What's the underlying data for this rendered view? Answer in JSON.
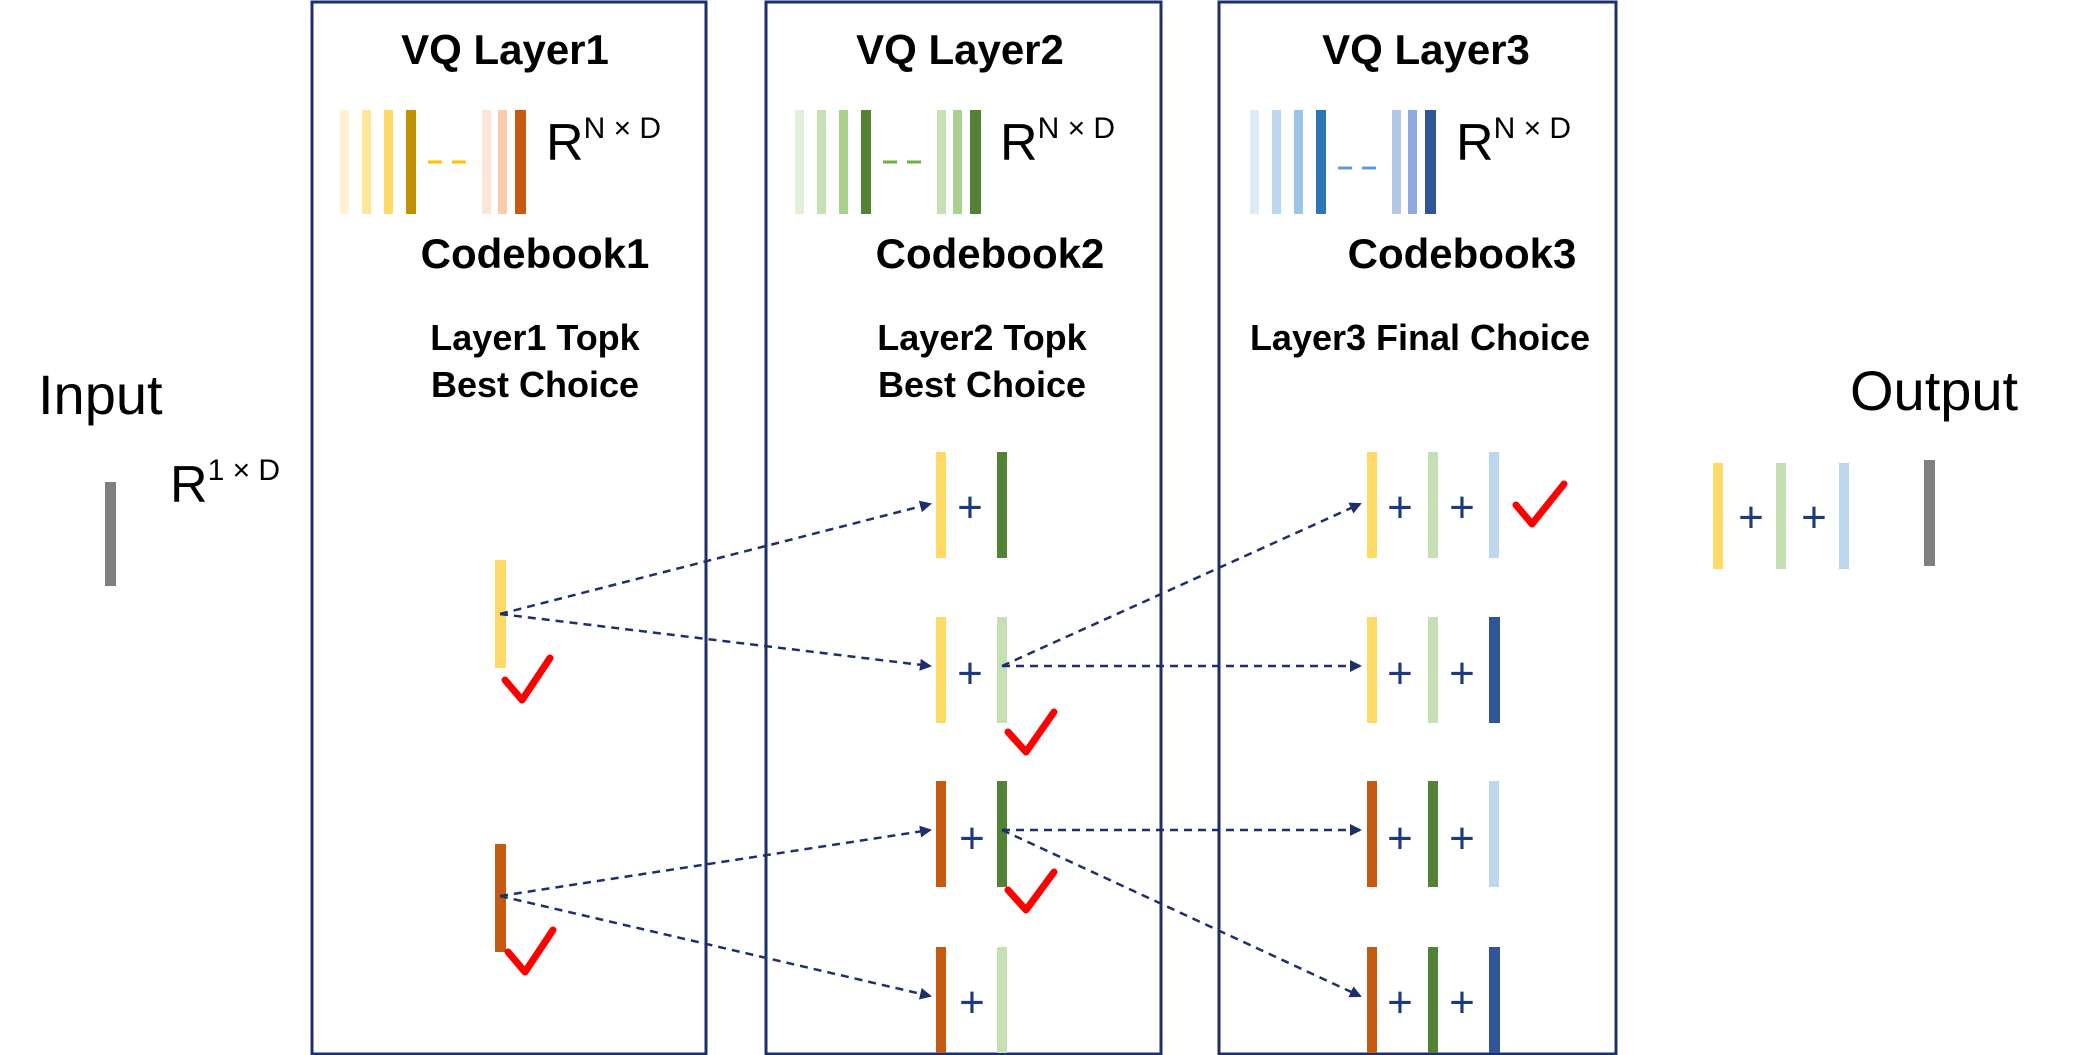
{
  "input": {
    "label": "Input",
    "dim_base": "R",
    "dim_sup": "1 × D",
    "bar_color": "#7f7f7f"
  },
  "output": {
    "label": "Output",
    "bar_color": "#7f7f7f"
  },
  "layers": [
    {
      "title": "VQ Layer1",
      "codebook": "Codebook1",
      "dim_base": "R",
      "dim_sup": "N × D",
      "caption": [
        "Layer1 Topk",
        "Best Choice"
      ]
    },
    {
      "title": "VQ Layer2",
      "codebook": "Codebook2",
      "dim_base": "R",
      "dim_sup": "N × D",
      "caption": [
        "Layer2 Topk",
        "Best Choice"
      ]
    },
    {
      "title": "VQ Layer3",
      "codebook": "Codebook3",
      "dim_base": "R",
      "dim_sup": "N × D",
      "caption": [
        "Layer3 Final Choice"
      ]
    }
  ],
  "plus_symbol": "+",
  "colors": {
    "box_border": "#1f2f6b",
    "arrow": "#1f2f6b",
    "check": "#ff0000",
    "yellow": "#ffd966",
    "orange": "#c55a11",
    "light_green": "#c5e0b4",
    "dark_green": "#548235",
    "light_blue": "#bdd7ee",
    "dark_blue": "#2f5597"
  }
}
